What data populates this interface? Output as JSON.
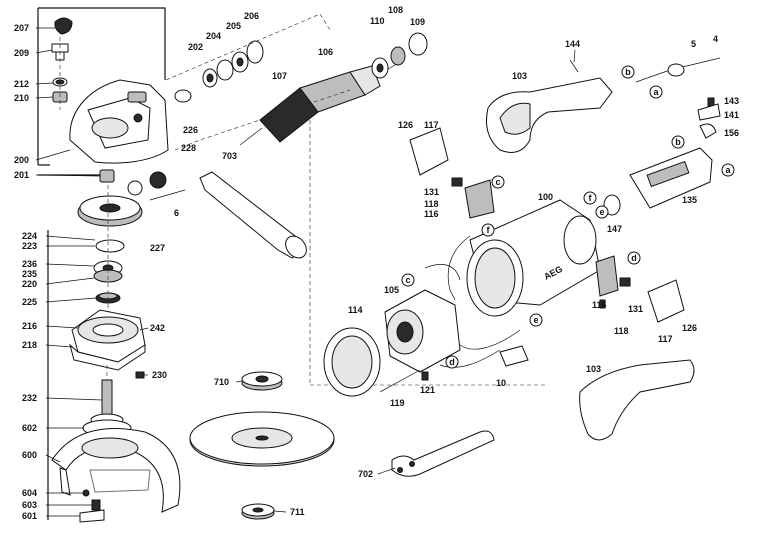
{
  "diagram": {
    "callouts": {
      "p207": "207",
      "p209": "209",
      "p212": "212",
      "p210": "210",
      "p200": "200",
      "p201": "201",
      "p224": "224",
      "p223": "223",
      "p236": "236",
      "p235": "235",
      "p220": "220",
      "p225": "225",
      "p216": "216",
      "p218": "218",
      "p232": "232",
      "p602": "602",
      "p600": "600",
      "p604": "604",
      "p603": "603",
      "p601": "601",
      "p206": "206",
      "p205": "205",
      "p204": "204",
      "p202": "202",
      "p106": "106",
      "p107": "107",
      "p110": "110",
      "p108": "108",
      "p109": "109",
      "p226": "226",
      "p228": "228",
      "p6": "6",
      "p227": "227",
      "p242": "242",
      "p230": "230",
      "p703": "703",
      "p710": "710",
      "p711": "711",
      "p702": "702",
      "p144": "144",
      "p5": "5",
      "p4": "4",
      "p103a": "103",
      "p143": "143",
      "p141": "141",
      "p156": "156",
      "p135": "135",
      "p126a": "126",
      "p117a": "117",
      "p131a": "131",
      "p118a": "118",
      "p116a": "116",
      "p100": "100",
      "p147": "147",
      "p105": "105",
      "p114": "114",
      "p121": "121",
      "p119": "119",
      "p10": "10",
      "p116b": "116",
      "p131b": "131",
      "p118b": "118",
      "p117b": "117",
      "p126b": "126",
      "p103b": "103"
    },
    "letters": {
      "a1": "a",
      "b1": "b",
      "b2": "b",
      "a2": "a",
      "c1": "c",
      "f1": "f",
      "e1": "e",
      "f2": "f",
      "c2": "c",
      "d1": "d",
      "e2": "e",
      "d2": "d"
    },
    "logo_text": "AEG"
  }
}
